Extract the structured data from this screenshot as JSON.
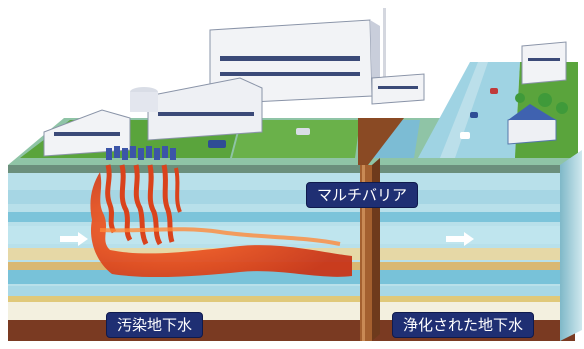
{
  "labels": {
    "barrier": "マルチバリア",
    "polluted": "汚染地下水",
    "purified": "浄化された地下水"
  },
  "colors": {
    "contamination": "#d9431c",
    "barrier": "#a4602f",
    "label_bg": "#1f2f73",
    "grass": "#5aa43c",
    "water_light": "#b8e0ea",
    "water_mid": "#5fb6d2",
    "soil": "#7a3a22"
  },
  "icons": {
    "flow_arrow": "right-arrow-icon"
  }
}
